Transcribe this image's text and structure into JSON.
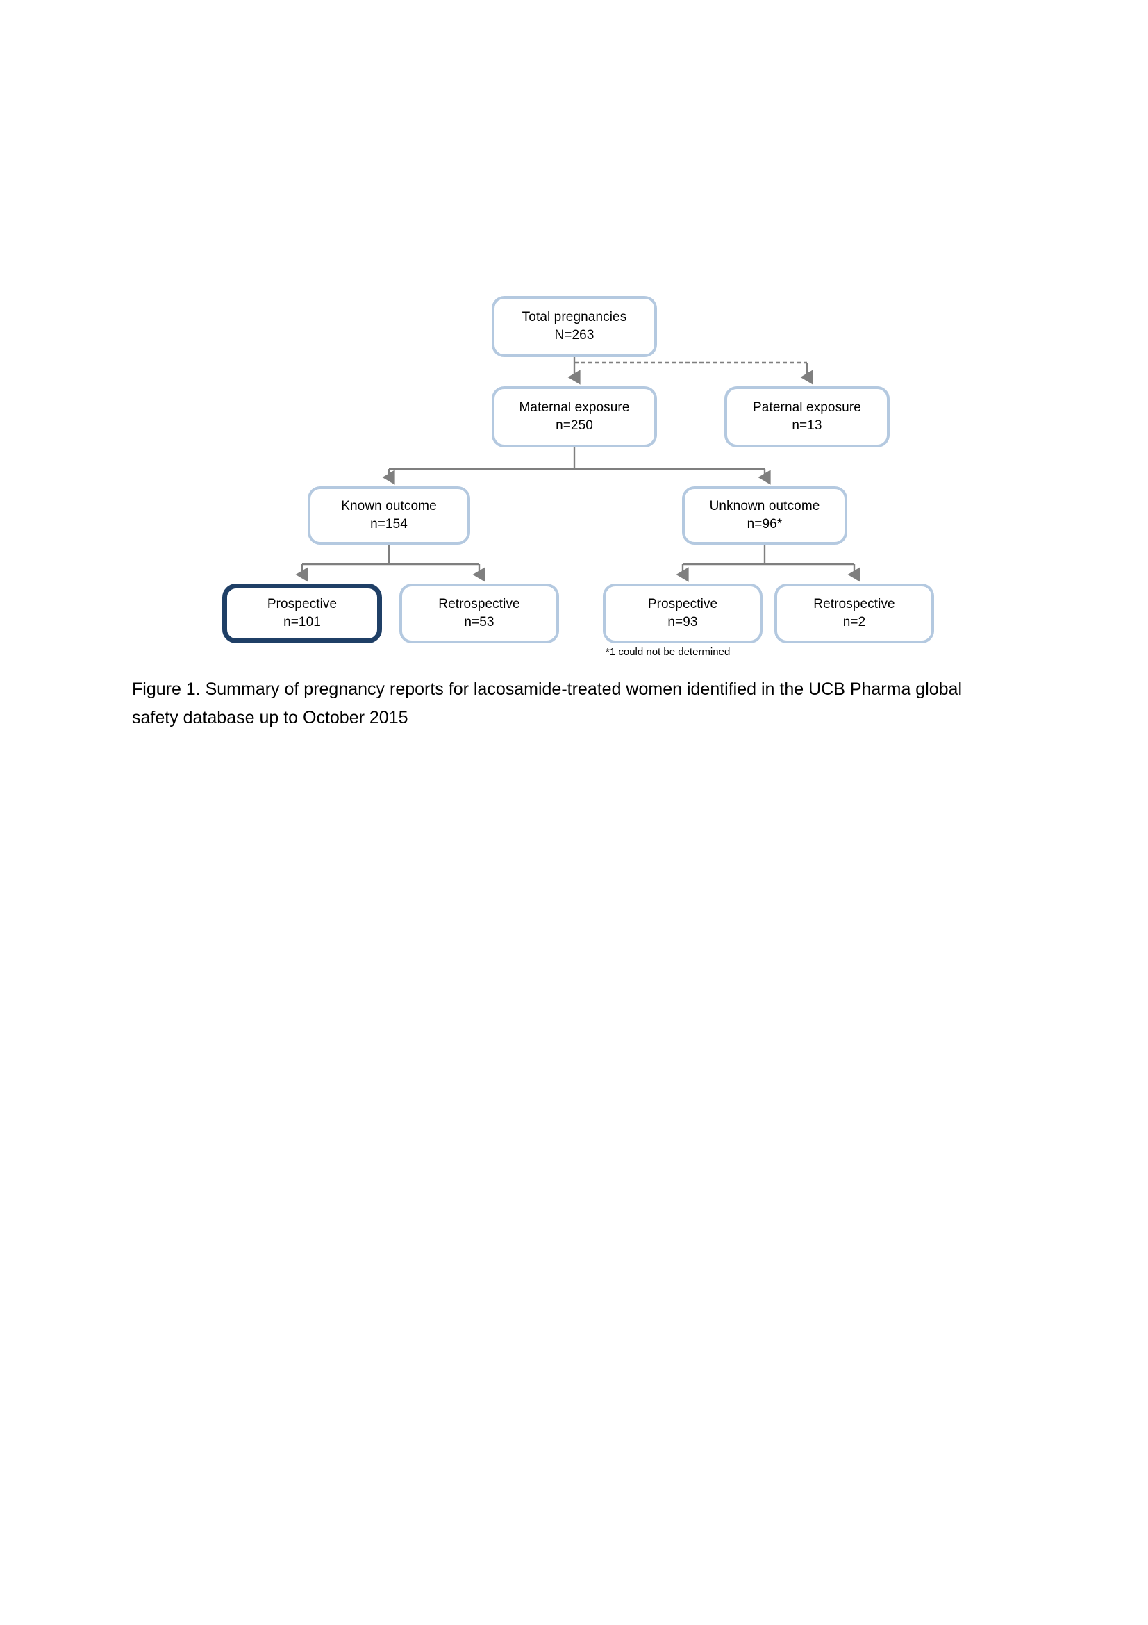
{
  "document": {
    "background_color": "#ffffff"
  },
  "figure": {
    "caption": "Figure 1. Summary of pregnancy reports for lacosamide-treated women identified in the UCB Pharma global safety database up to October 2015",
    "footnote": "*1 could not be determined",
    "colors": {
      "node_border": "#b4c9e0",
      "node_border_highlight": "#1f3f66",
      "connector": "#7f7f7f",
      "node_fill": "#ffffff",
      "text": "#000000"
    }
  },
  "chart_data": {
    "type": "diagram",
    "title": "Summary of pregnancy reports for lacosamide-treated women",
    "nodes": [
      {
        "id": "total",
        "label": "Total pregnancies",
        "count": "N=263",
        "value": 263,
        "level": 0,
        "highlight": false
      },
      {
        "id": "maternal",
        "label": "Maternal exposure",
        "count": "n=250",
        "value": 250,
        "level": 1,
        "highlight": false
      },
      {
        "id": "paternal",
        "label": "Paternal exposure",
        "count": "n=13",
        "value": 13,
        "level": 1,
        "highlight": false
      },
      {
        "id": "known",
        "label": "Known outcome",
        "count": "n=154",
        "value": 154,
        "level": 2,
        "highlight": false
      },
      {
        "id": "unknown",
        "label": "Unknown outcome",
        "count": "n=96*",
        "value": 96,
        "level": 2,
        "highlight": false
      },
      {
        "id": "prospective_known",
        "label": "Prospective",
        "count": "n=101",
        "value": 101,
        "level": 3,
        "highlight": true
      },
      {
        "id": "retrospective_known",
        "label": "Retrospective",
        "count": "n=53",
        "value": 53,
        "level": 3,
        "highlight": false
      },
      {
        "id": "prospective_unknown",
        "label": "Prospective",
        "count": "n=93",
        "value": 93,
        "level": 3,
        "highlight": false
      },
      {
        "id": "retrospective_unknown",
        "label": "Retrospective",
        "count": "n=2",
        "value": 2,
        "level": 3,
        "highlight": false
      }
    ],
    "edges": [
      {
        "from": "total",
        "to": "maternal",
        "style": "solid"
      },
      {
        "from": "total",
        "to": "paternal",
        "style": "dashed"
      },
      {
        "from": "maternal",
        "to": "known",
        "style": "solid"
      },
      {
        "from": "maternal",
        "to": "unknown",
        "style": "solid"
      },
      {
        "from": "known",
        "to": "prospective_known",
        "style": "solid"
      },
      {
        "from": "known",
        "to": "retrospective_known",
        "style": "solid"
      },
      {
        "from": "unknown",
        "to": "prospective_unknown",
        "style": "solid"
      },
      {
        "from": "unknown",
        "to": "retrospective_unknown",
        "style": "solid"
      }
    ]
  }
}
